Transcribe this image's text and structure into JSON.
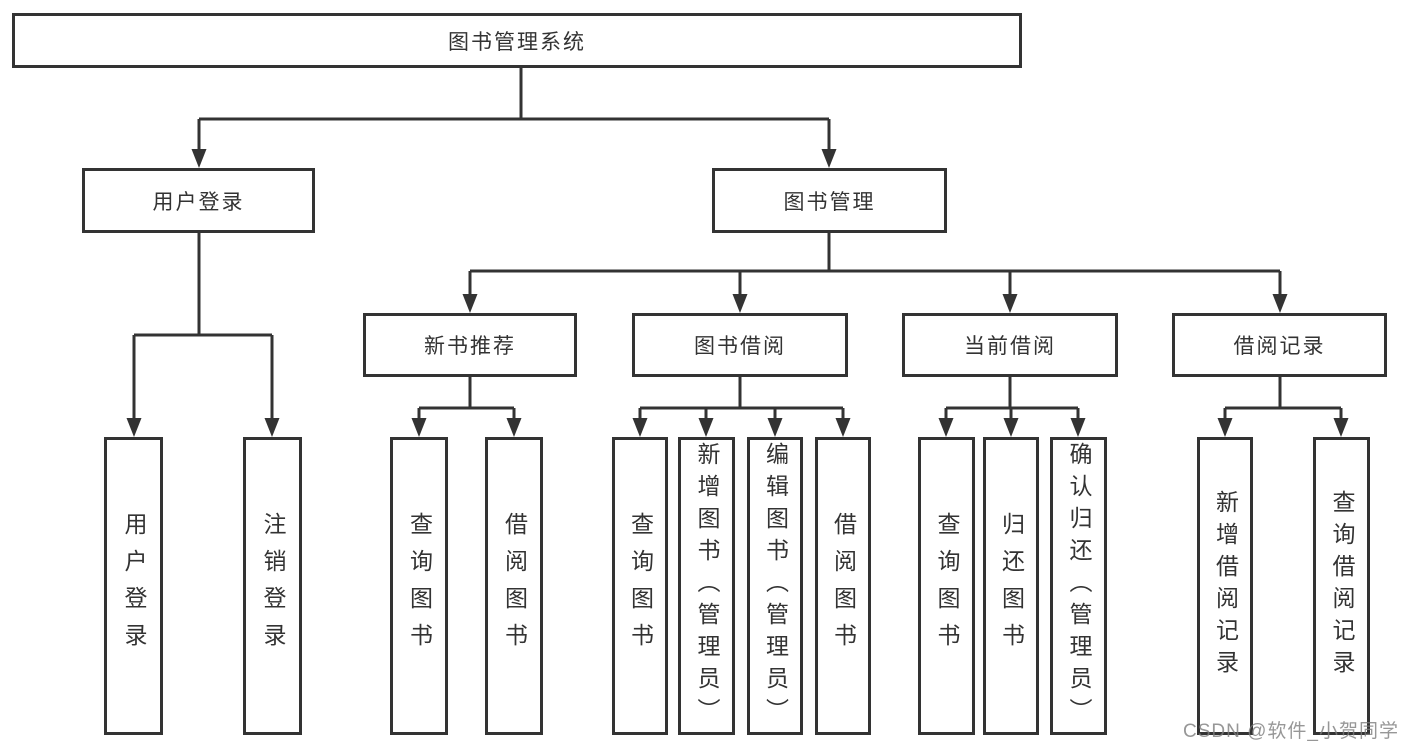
{
  "diagram": {
    "title_node": "图书管理系统",
    "level2": {
      "user_login": "用户登录",
      "book_management": "图书管理"
    },
    "level3": {
      "new_book_recommendation": "新书推荐",
      "book_borrowing": "图书借阅",
      "current_borrowing": "当前借阅",
      "borrowing_records": "借阅记录"
    },
    "leaves": {
      "user_login": "用户登录",
      "logout": "注销登录",
      "query_books_recommend": "查询图书",
      "borrow_books_recommend": "借阅图书",
      "query_books_borrowing": "查询图书",
      "add_book_admin": "新增图书（管理员）",
      "edit_book_admin": "编辑图书（管理员）",
      "borrow_books_borrowing": "借阅图书",
      "query_books_current": "查询图书",
      "return_book": "归还图书",
      "confirm_return_admin": "确认归还（管理员）",
      "add_borrow_record": "新增借阅记录",
      "query_borrow_record": "查询借阅记录"
    },
    "colors": {
      "line": "#333333",
      "box_border": "#333333",
      "background": "#ffffff",
      "watermark": "#7d7d7d"
    },
    "watermark": "CSDN @软件_小贺同学"
  }
}
